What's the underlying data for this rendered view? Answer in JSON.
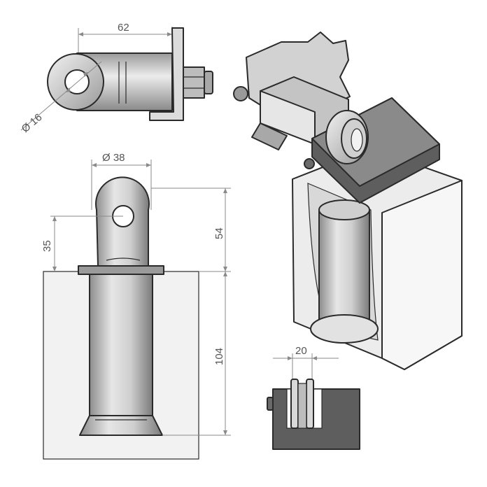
{
  "figure": {
    "dimensions": {
      "width_top": "62",
      "bore_diameter": "Ø 16",
      "outer_diameter": "Ø 38",
      "height_axis": "35",
      "height_head": "54",
      "height_pin": "104",
      "wheel_width": "20"
    },
    "colors": {
      "line": "#2a2a2a",
      "dimension": "#8a8a8a",
      "light_fill": "#f2f2f2",
      "mid_fill": "#c9c9c9",
      "dark_fill": "#5e5e5e"
    },
    "views": [
      "top-view",
      "front-section-view",
      "isometric-view",
      "wheel-detail-view"
    ]
  }
}
